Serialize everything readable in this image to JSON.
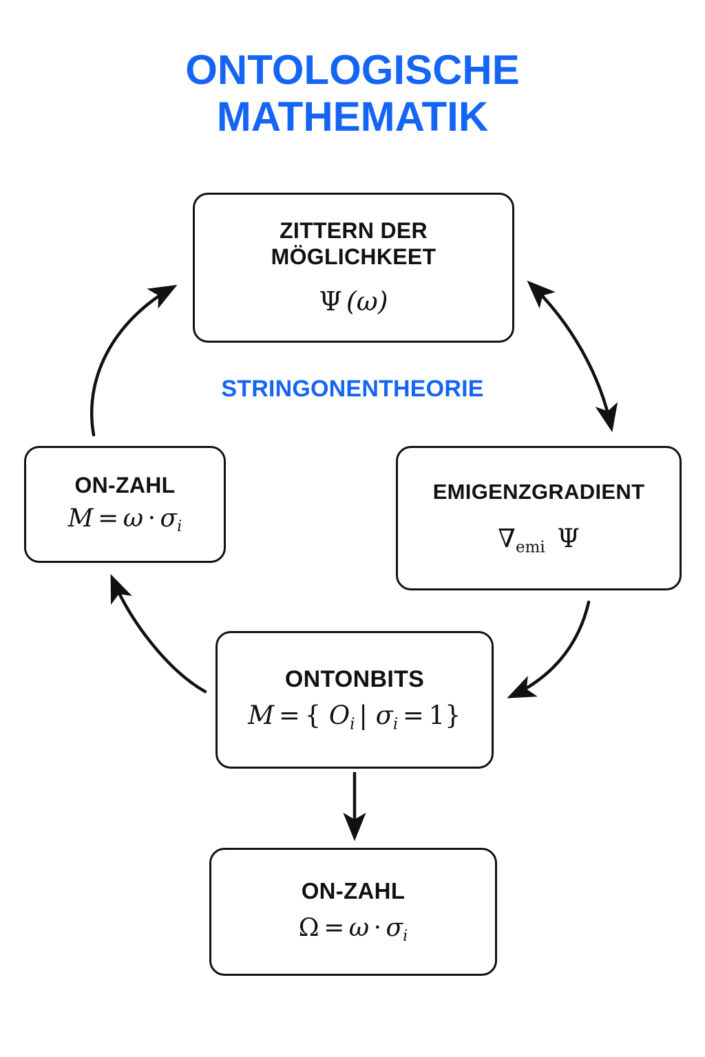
{
  "page": {
    "title_line1": "ONTOLOGISCHE",
    "title_line2": "MATHEMATIK",
    "accent_color": "#1565f5",
    "line_color": "#111111",
    "background": "#ffffff"
  },
  "center_label": {
    "text": "STRINGONENTHEORIE"
  },
  "nodes": {
    "zittern": {
      "heading_line1": "ZITTERN DER",
      "heading_line2": "MÖGLICHKEET",
      "formula": "Ψ(ω)"
    },
    "onzahl_left": {
      "heading": "ON-ZAHL",
      "formula": "M = ω · σi"
    },
    "emigenzgradient": {
      "heading": "EMIGENZGRADIENT",
      "formula": "∇emi Ψ"
    },
    "ontonbits": {
      "heading": "ONTONBITS",
      "formula": "M = { Oi | σi = 1 }"
    },
    "onzahl_bottom": {
      "heading": "ON-ZAHL",
      "formula": "Ω = ω · σi"
    }
  },
  "edges": [
    {
      "name": "edge-onzahl-left-to-zittern",
      "from": "onzahl_left",
      "to": "zittern",
      "style": "curved",
      "arrowheads": "end"
    },
    {
      "name": "edge-zittern-to-emigenzgradient",
      "from": "zittern",
      "to": "emigenzgradient",
      "style": "curved",
      "arrowheads": "both"
    },
    {
      "name": "edge-emigenzgradient-to-ontonbits",
      "from": "emigenzgradient",
      "to": "ontonbits",
      "style": "curved",
      "arrowheads": "end"
    },
    {
      "name": "edge-ontonbits-to-onzahl-left",
      "from": "ontonbits",
      "to": "onzahl_left",
      "style": "curved",
      "arrowheads": "end"
    },
    {
      "name": "edge-ontonbits-to-onzahl-bottom",
      "from": "ontonbits",
      "to": "onzahl_bottom",
      "style": "straight",
      "arrowheads": "end"
    }
  ]
}
